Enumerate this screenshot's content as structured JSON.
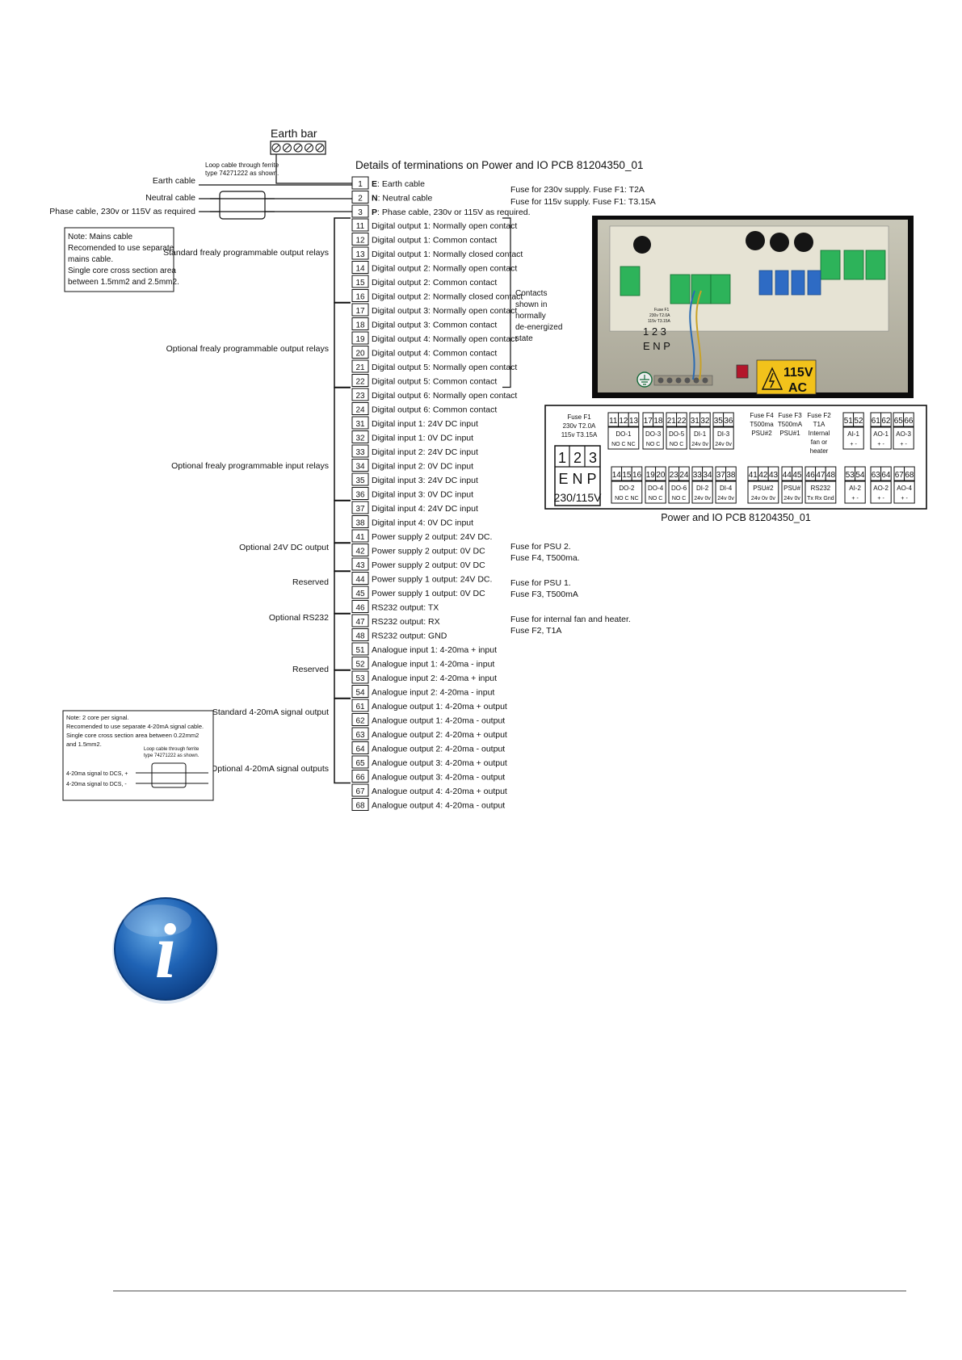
{
  "earth_bar": {
    "label": "Earth bar"
  },
  "ferrite_note_top": [
    "Loop cable through ferrite",
    "type 74271222 as shown."
  ],
  "header": "Details of terminations on Power and IO PCB 81204350_01",
  "supply_cables": [
    "Earth cable",
    "Neutral cable",
    "Phase cable, 230v or 115V as required"
  ],
  "mains_note": [
    "Note: Mains cable",
    "Recomended to use  separate",
    "mains cable.",
    "Single core cross section area",
    "between 1.5mm2 and 2.5mm2."
  ],
  "signal_note": [
    "Note: 2 core per signal.",
    "Recomended to use  separate 4-20mA signal cable.",
    "Single core cross section area between 0.22mm2",
    "and 1.5mm2."
  ],
  "signal_note_ferrite": [
    "Loop cable through ferrite",
    "type 74271222 as shown."
  ],
  "signal_note_wires": [
    "4-20ma signal to DCS, +",
    "4-20ma signal to DCS, -"
  ],
  "terminals": [
    {
      "num": "1",
      "prefix": "E",
      "desc": ": Earth cable"
    },
    {
      "num": "2",
      "prefix": "N",
      "desc": ": Neutral cable"
    },
    {
      "num": "3",
      "prefix": "P",
      "desc": ": Phase cable, 230v or 115V as required."
    },
    {
      "num": "11",
      "desc": "Digital output 1: Normally open contact"
    },
    {
      "num": "12",
      "desc": "Digital output 1: Common contact"
    },
    {
      "num": "13",
      "desc": "Digital output 1: Normally closed contact"
    },
    {
      "num": "14",
      "desc": "Digital output 2: Normally open contact"
    },
    {
      "num": "15",
      "desc": "Digital output 2: Common contact"
    },
    {
      "num": "16",
      "desc": "Digital output 2: Normally closed contact"
    },
    {
      "num": "17",
      "desc": "Digital output 3: Normally open contact"
    },
    {
      "num": "18",
      "desc": "Digital output 3: Common contact"
    },
    {
      "num": "19",
      "desc": "Digital output 4: Normally open contact"
    },
    {
      "num": "20",
      "desc": "Digital output 4: Common contact"
    },
    {
      "num": "21",
      "desc": "Digital output 5: Normally open contact"
    },
    {
      "num": "22",
      "desc": "Digital output 5: Common contact"
    },
    {
      "num": "23",
      "desc": "Digital output 6: Normally open contact"
    },
    {
      "num": "24",
      "desc": "Digital output 6: Common contact"
    },
    {
      "num": "31",
      "desc": "Digital input 1: 24V DC input"
    },
    {
      "num": "32",
      "desc": "Digital input 1: 0V DC input"
    },
    {
      "num": "33",
      "desc": "Digital input 2: 24V DC input"
    },
    {
      "num": "34",
      "desc": "Digital input 2: 0V DC input"
    },
    {
      "num": "35",
      "desc": "Digital input 3: 24V DC input"
    },
    {
      "num": "36",
      "desc": "Digital input 3: 0V DC input"
    },
    {
      "num": "37",
      "desc": "Digital input 4: 24V DC input"
    },
    {
      "num": "38",
      "desc": "Digital input 4: 0V DC input"
    },
    {
      "num": "41",
      "desc": "Power supply 2 output: 24V DC."
    },
    {
      "num": "42",
      "desc": "Power supply 2 output: 0V DC"
    },
    {
      "num": "43",
      "desc": "Power supply 2 output: 0V DC"
    },
    {
      "num": "44",
      "desc": "Power supply 1 output: 24V DC."
    },
    {
      "num": "45",
      "desc": "Power supply 1 output: 0V DC"
    },
    {
      "num": "46",
      "desc": "RS232 output: TX"
    },
    {
      "num": "47",
      "desc": "RS232 output: RX"
    },
    {
      "num": "48",
      "desc": "RS232 output: GND"
    },
    {
      "num": "51",
      "desc": "Analogue input 1: 4-20ma + input"
    },
    {
      "num": "52",
      "desc": "Analogue input 1: 4-20ma - input"
    },
    {
      "num": "53",
      "desc": "Analogue input 2: 4-20ma + input"
    },
    {
      "num": "54",
      "desc": "Analogue input 2: 4-20ma - input"
    },
    {
      "num": "61",
      "desc": "Analogue output 1: 4-20ma + output"
    },
    {
      "num": "62",
      "desc": "Analogue output 1: 4-20ma - output"
    },
    {
      "num": "63",
      "desc": "Analogue output 2: 4-20ma + output"
    },
    {
      "num": "64",
      "desc": "Analogue output 2: 4-20ma - output"
    },
    {
      "num": "65",
      "desc": "Analogue output 3: 4-20ma + output"
    },
    {
      "num": "66",
      "desc": "Analogue output 3: 4-20ma - output"
    },
    {
      "num": "67",
      "desc": "Analogue output 4: 4-20ma + output"
    },
    {
      "num": "68",
      "desc": "Analogue output 4: 4-20ma - output"
    }
  ],
  "groups": [
    {
      "label": "Standard frealy programmable output relays"
    },
    {
      "label": "Optional frealy programmable output relays"
    },
    {
      "label": "Optional frealy programmable input relays"
    },
    {
      "label": "Optional 24V DC output"
    },
    {
      "label": "Reserved"
    },
    {
      "label": "Optional RS232"
    },
    {
      "label": "Reserved"
    },
    {
      "label": "Standard 4-20mA signal output"
    },
    {
      "label": "Optional 4-20mA signal outputs"
    }
  ],
  "contacts_note": [
    "Contacts",
    "shown in",
    "normally",
    "de-energized",
    "state"
  ],
  "fuse_notes": [
    [
      "Fuse for 230v supply. Fuse F1: T2A",
      "Fuse for 115v supply. Fuse F1: T3.15A"
    ],
    [
      "Fuse for PSU 2.",
      "Fuse F4, T500ma."
    ],
    [
      "Fuse for PSU 1.",
      "Fuse F3, T500mA"
    ],
    [
      "Fuse for internal fan and heater.",
      "Fuse F2, T1A"
    ]
  ],
  "photo": {
    "warning_line1": "115V",
    "warning_line2": "AC",
    "pcb_print": [
      "Fuse F1",
      "230v T2.0A",
      "115v T3.15A",
      "1 2 3",
      "E N P"
    ]
  },
  "pcb": {
    "caption": "Power and IO PCB 81204350_01",
    "fuse_f1": [
      "Fuse F1",
      "230v T2.0A",
      "115v T3.15A"
    ],
    "mains_nums": [
      "1",
      "2",
      "3"
    ],
    "mains_letters": "E N P",
    "mains_volt": "230/115V",
    "fuse_f4": [
      "Fuse F4",
      "T500ma",
      "PSU#2"
    ],
    "fuse_f3": [
      "Fuse F3",
      "T500mA",
      "PSU#1"
    ],
    "fuse_f2": [
      "Fuse F2",
      "T1A",
      "Internal",
      "fan or",
      "heater"
    ],
    "top_nums": [
      "11",
      "12",
      "13",
      "17",
      "18",
      "21",
      "22",
      "31",
      "32",
      "35",
      "36",
      "51",
      "52",
      "61",
      "62",
      "65",
      "66"
    ],
    "bottom_nums": [
      "14",
      "15",
      "16",
      "19",
      "20",
      "23",
      "24",
      "33",
      "34",
      "37",
      "38",
      "41",
      "42",
      "43",
      "44",
      "45",
      "46",
      "47",
      "48",
      "53",
      "54",
      "63",
      "64",
      "67",
      "68"
    ],
    "top_groups": [
      {
        "name": "DO-1",
        "pins": "NO  C  NC"
      },
      {
        "name": "DO-3",
        "pins": "NO  C"
      },
      {
        "name": "DO-5",
        "pins": "NO  C"
      },
      {
        "name": "DI-1",
        "pins": "24v 0v"
      },
      {
        "name": "DI-3",
        "pins": "24v 0v"
      },
      {
        "name": "AI-1",
        "pins": "+   -"
      },
      {
        "name": "AO-1",
        "pins": "+   -"
      },
      {
        "name": "AO-3",
        "pins": "+   -"
      }
    ],
    "bottom_groups": [
      {
        "name": "DO-2",
        "pins": "NO  C  NC"
      },
      {
        "name": "DO-4",
        "pins": "NO  C"
      },
      {
        "name": "DO-6",
        "pins": "NO  C"
      },
      {
        "name": "DI-2",
        "pins": "24v 0v"
      },
      {
        "name": "DI-4",
        "pins": "24v 0v"
      },
      {
        "name": "PSU#2",
        "pins": "24v 0v  0v"
      },
      {
        "name": "PSU#",
        "pins": "24v 0v"
      },
      {
        "name": "RS232",
        "pins": "Tx  Rx  Gnd"
      },
      {
        "name": "AI-2",
        "pins": "+   -"
      },
      {
        "name": "AO-2",
        "pins": "+   -"
      },
      {
        "name": "AO-4",
        "pins": "+   -"
      }
    ]
  },
  "info_icon": {
    "glyph": "i",
    "color": "#1f63b5"
  }
}
